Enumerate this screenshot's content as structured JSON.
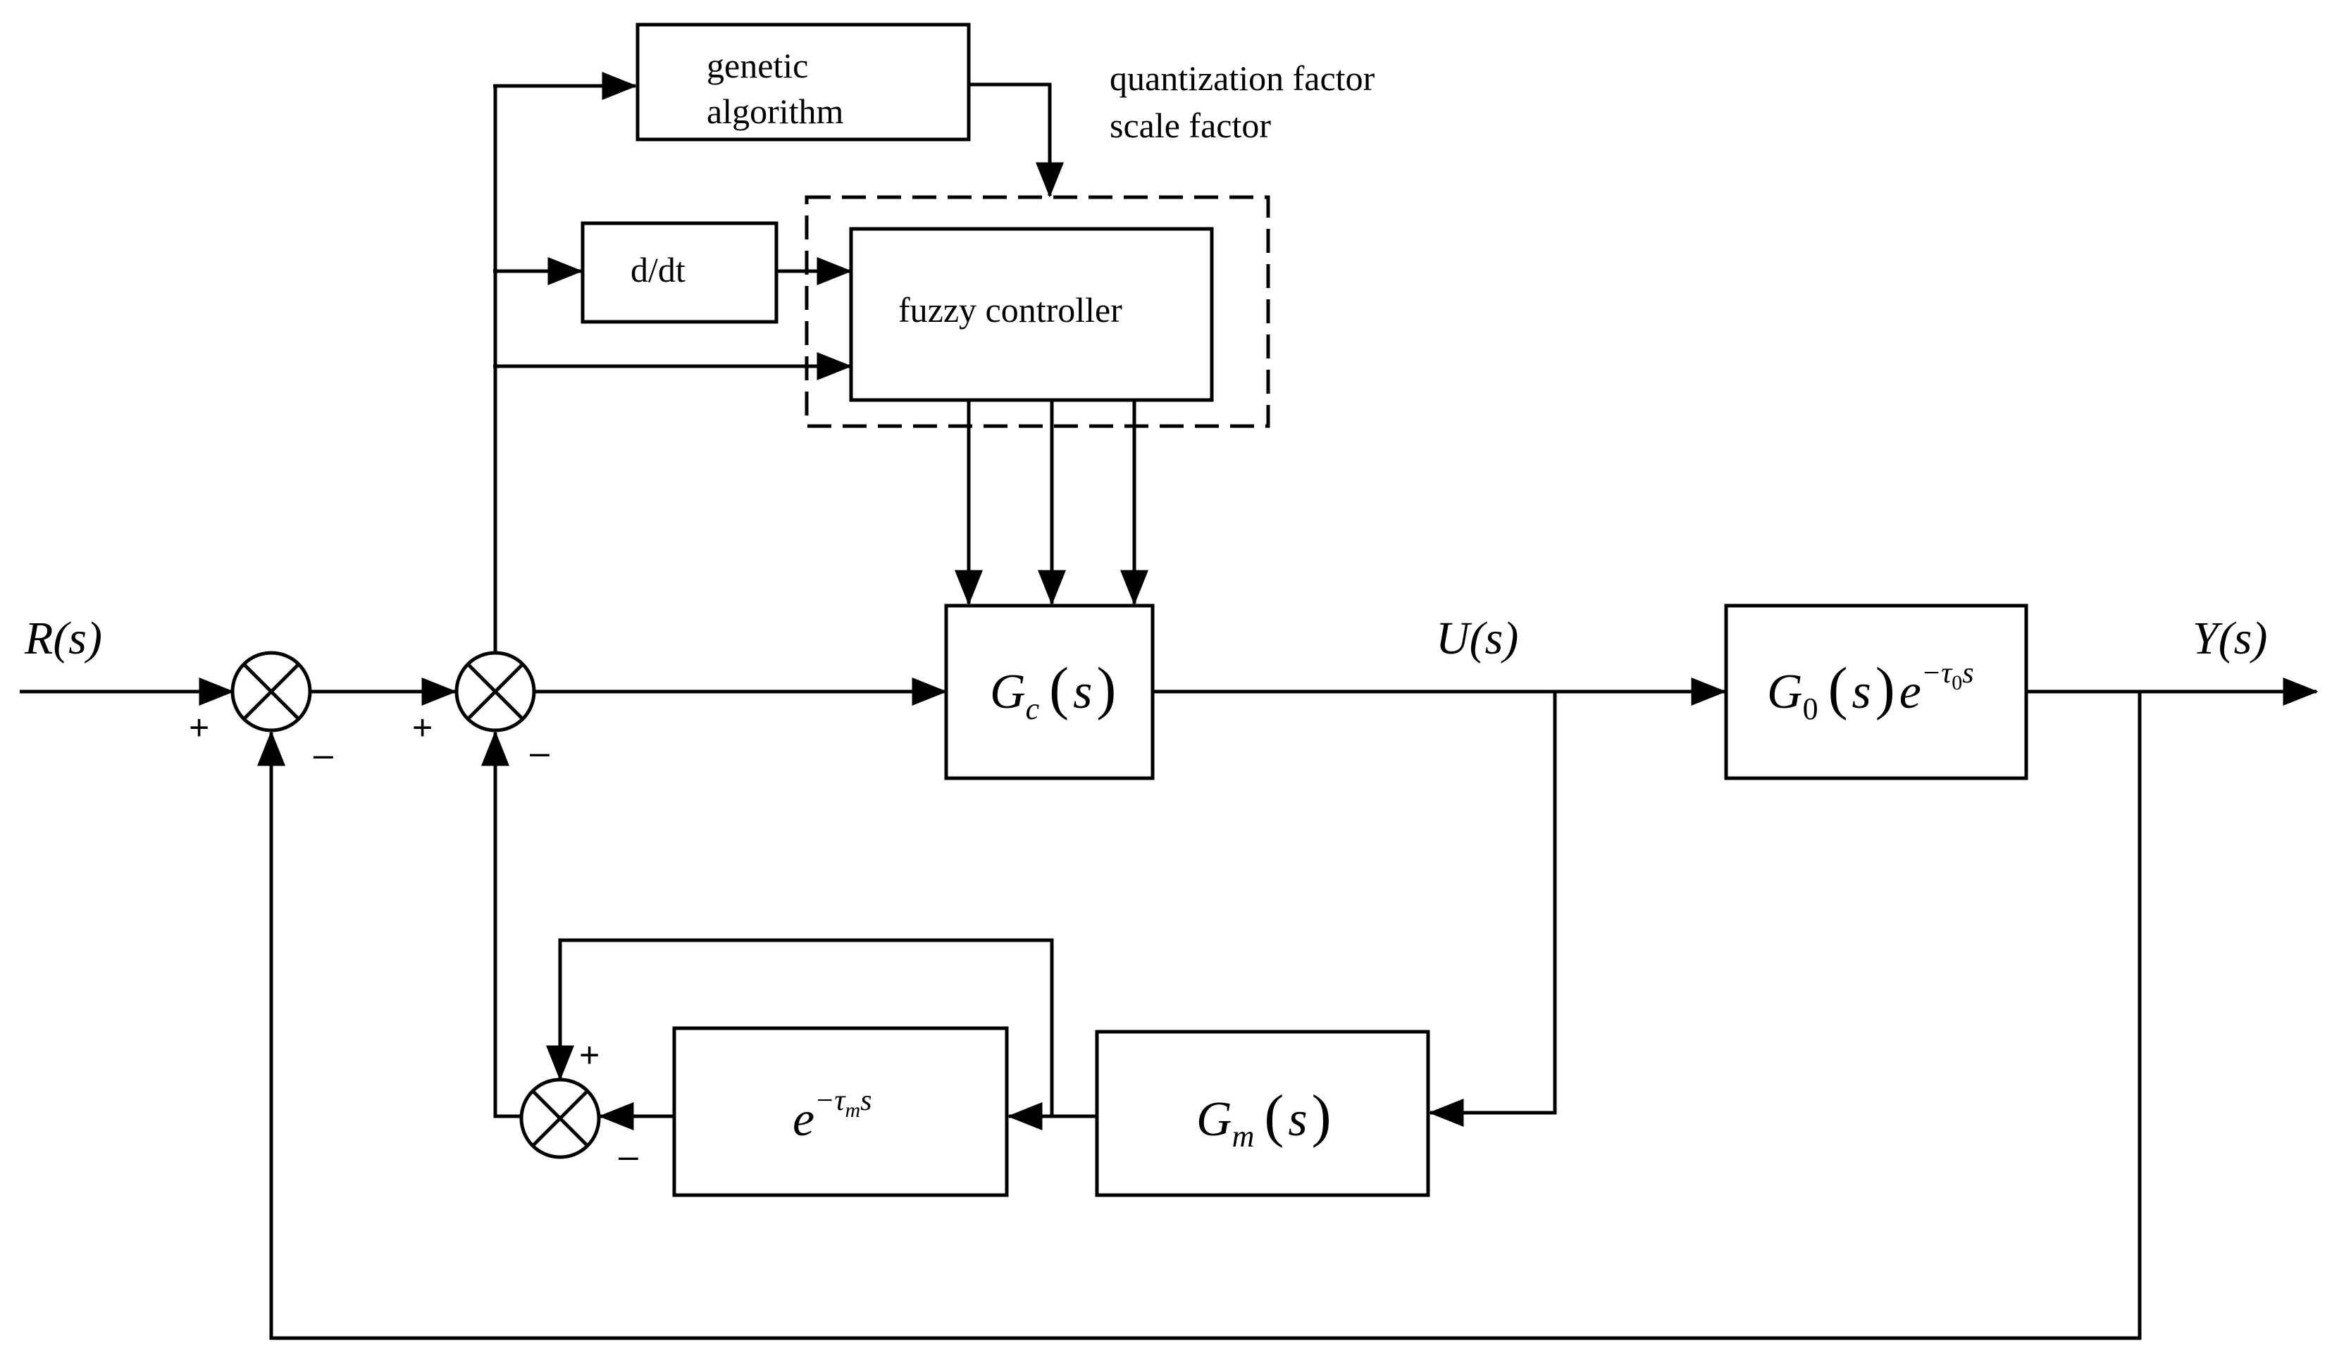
{
  "blocks": {
    "genetic_algorithm": {
      "line1": "genetic",
      "line2": "algorithm"
    },
    "derivative": "d/dt",
    "fuzzy_controller": "fuzzy controller",
    "controller": {
      "symbol": "G",
      "sub": "c",
      "arg": "s"
    },
    "plant": {
      "symbol": "G",
      "sub": "0",
      "arg": "s",
      "exp_base": "e",
      "exp_power": "−τ",
      "exp_power_sub": "0",
      "exp_power_tail": "s"
    },
    "model": {
      "symbol": "G",
      "sub": "m",
      "arg": "s"
    },
    "model_delay": {
      "exp_base": "e",
      "exp_power": "−τ",
      "exp_power_sub": "m",
      "exp_power_tail": "s"
    }
  },
  "annotations": {
    "tuned_params_line1": "quantization factor",
    "tuned_params_line2": "scale factor"
  },
  "signals": {
    "input": "R(s)",
    "control": "U(s)",
    "output": "Y(s)"
  },
  "signs": {
    "sum1_plus": "+",
    "sum1_minus": "–",
    "sum2_plus": "+",
    "sum2_minus": "–",
    "sum3_plus": "+",
    "sum3_minus": "–"
  }
}
